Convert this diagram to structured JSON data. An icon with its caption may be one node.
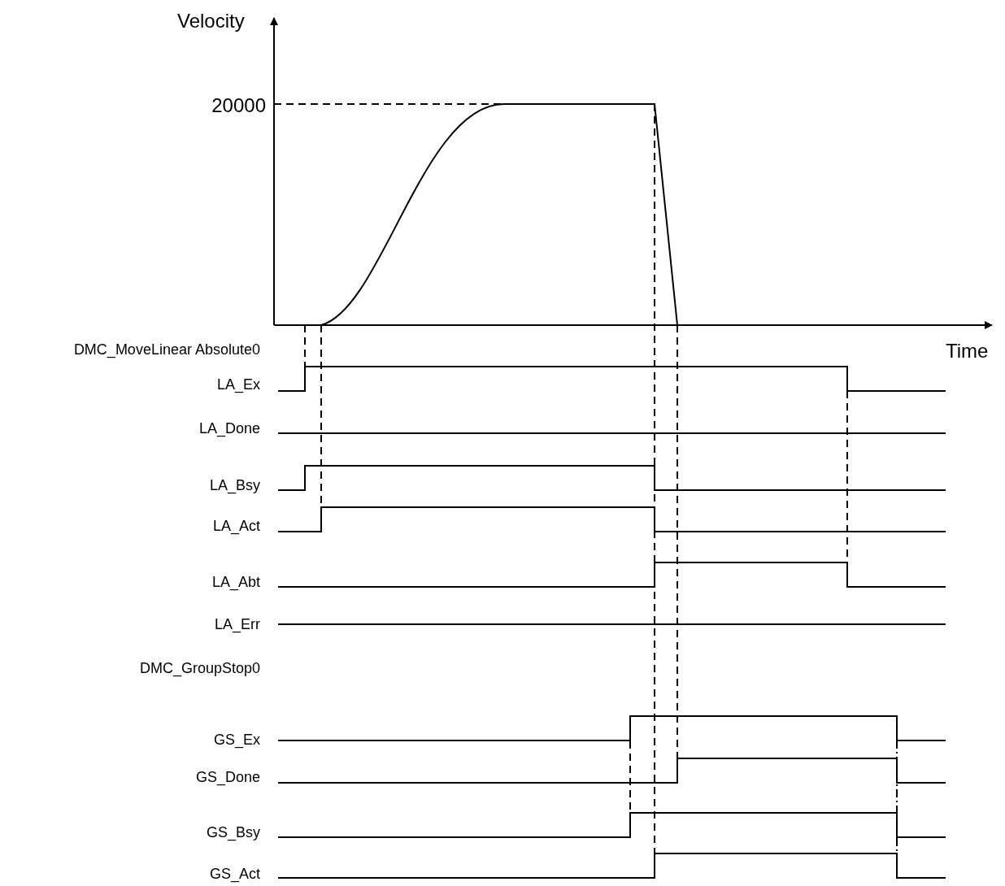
{
  "diagram": {
    "labels": [
      "Velocity",
      "20000",
      "DMC_MoveLinear Absolute0",
      "Time",
      "LA_Ex",
      "LA_Done",
      "LA_Bsy",
      "LA_Act",
      "LA_Abt",
      "LA_Err",
      "DMC_GroupStop0",
      "GS_Ex",
      "GS_Done",
      "GS_Bsy",
      "GS_Act"
    ]
  }
}
